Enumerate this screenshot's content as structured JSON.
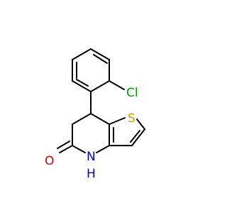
{
  "molecule": {
    "atoms": {
      "chlorine": {
        "label": "Cl",
        "color": "#00a000"
      },
      "sulfur": {
        "label": "S",
        "color": "#c8a000"
      },
      "oxygen": {
        "label": "O",
        "color": "#e00000"
      },
      "nitrogen": {
        "label": "N",
        "color": "#0000e0"
      },
      "hydrogen": {
        "label": "H",
        "color": "#0000e0"
      }
    }
  }
}
